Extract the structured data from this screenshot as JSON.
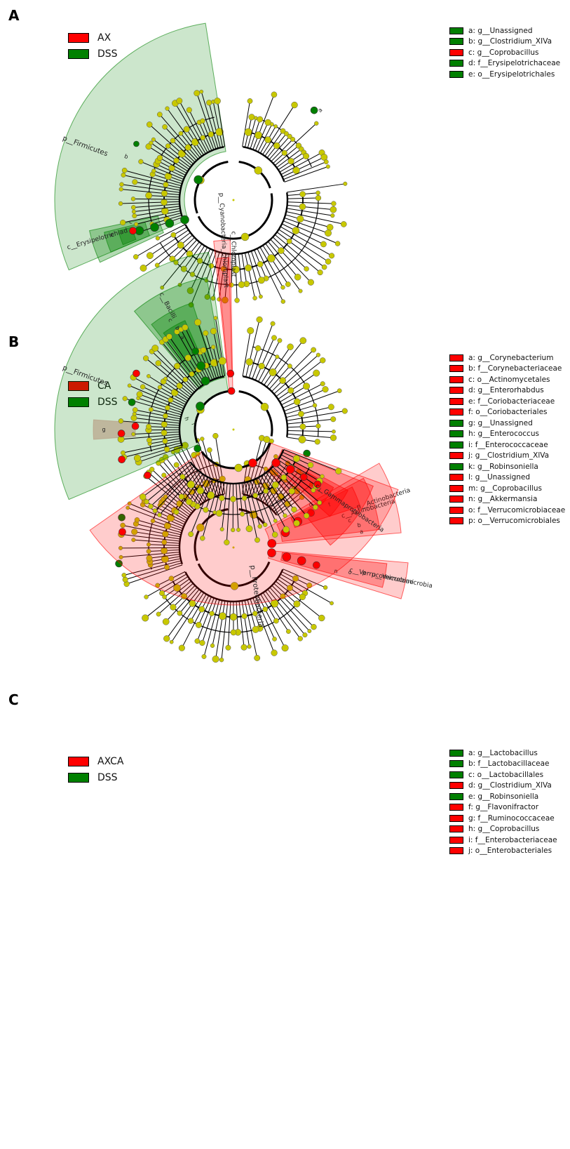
{
  "colors": {
    "red": "#ff0000",
    "green": "#008000",
    "node": "#c8c800",
    "brown": "#b5977d"
  },
  "panels": [
    {
      "letter": "A",
      "groups": [
        {
          "label": "AX",
          "color": "#ff0000"
        },
        {
          "label": "DSS",
          "color": "#008000"
        }
      ],
      "taxa": [
        {
          "label": "a: g__Unassigned",
          "color": "#008000"
        },
        {
          "label": "b: g__Clostridium_XIVa",
          "color": "#008000"
        },
        {
          "label": "c: g__Coprobacillus",
          "color": "#ff0000"
        },
        {
          "label": "d: f__Erysipelotrichaceae",
          "color": "#008000"
        },
        {
          "label": "e: o__Erysipelotrichales",
          "color": "#008000"
        }
      ],
      "clade_labels": [
        "p__Firmicutes",
        "c__Erysipelotrichia",
        "e",
        "d",
        "c",
        "b",
        "a"
      ]
    },
    {
      "letter": "B",
      "groups": [
        {
          "label": "CA",
          "color": "#ff0000"
        },
        {
          "label": "DSS",
          "color": "#008000"
        }
      ],
      "taxa": [
        {
          "label": "a: g__Corynebacterium",
          "color": "#ff0000"
        },
        {
          "label": "b: f__Corynebacteriaceae",
          "color": "#ff0000"
        },
        {
          "label": "c: o__Actinomycetales",
          "color": "#ff0000"
        },
        {
          "label": "d: g__Enterorhabdus",
          "color": "#ff0000"
        },
        {
          "label": "e: f__Coriobacteriaceae",
          "color": "#ff0000"
        },
        {
          "label": "f: o__Coriobacteriales",
          "color": "#ff0000"
        },
        {
          "label": "g: g__Unassigned",
          "color": "#008000"
        },
        {
          "label": "h: g__Enterococcus",
          "color": "#008000"
        },
        {
          "label": "i: f__Enterococcaceae",
          "color": "#008000"
        },
        {
          "label": "j: g__Clostridium_XlVa",
          "color": "#ff0000"
        },
        {
          "label": "k: g__Robinsoniella",
          "color": "#008000"
        },
        {
          "label": "l: g__Unassigned",
          "color": "#ff0000"
        },
        {
          "label": "m: g__Coprobacillus",
          "color": "#ff0000"
        },
        {
          "label": "n: g__Akkermansia",
          "color": "#ff0000"
        },
        {
          "label": "o: f__Verrucomicrobiaceae",
          "color": "#ff0000"
        },
        {
          "label": "p: o__Verrucomicrobiales",
          "color": "#ff0000"
        }
      ],
      "clade_labels": [
        "p__Actinobacteria",
        "c__Actinobacteria",
        "p__Verrucomicrobia",
        "c__Verrucomicrobiae",
        "f",
        "e",
        "d",
        "c",
        "b",
        "a",
        "p",
        "o",
        "n",
        "i",
        "h"
      ]
    },
    {
      "letter": "C",
      "groups": [
        {
          "label": "AXCA",
          "color": "#ff0000"
        },
        {
          "label": "DSS",
          "color": "#008000"
        }
      ],
      "taxa": [
        {
          "label": "a: g__Lactobacillus",
          "color": "#008000"
        },
        {
          "label": "b: f__Lactobacillaceae",
          "color": "#008000"
        },
        {
          "label": "c: o__Lactobacillales",
          "color": "#008000"
        },
        {
          "label": "d: g__Clostridium_XlVa",
          "color": "#ff0000"
        },
        {
          "label": "e: g__Robinsoniella",
          "color": "#008000"
        },
        {
          "label": "f: g__Flavonifractor",
          "color": "#ff0000"
        },
        {
          "label": "g: f__Ruminococcaceae",
          "color": "#ff0000"
        },
        {
          "label": "h: g__Coprobacillus",
          "color": "#ff0000"
        },
        {
          "label": "i: f__Enterobacteriaceae",
          "color": "#ff0000"
        },
        {
          "label": "j: o__Enterobacteriales",
          "color": "#ff0000"
        }
      ],
      "clade_labels": [
        "p__Firmicutes",
        "c__Bacilli",
        "p__Cyanobacteria_Chloroplast",
        "c__Chloroplast",
        "p__Proteobacteria",
        "c__Gammaproteobacteria",
        "c",
        "b",
        "a",
        "g",
        "j",
        "i"
      ]
    }
  ]
}
